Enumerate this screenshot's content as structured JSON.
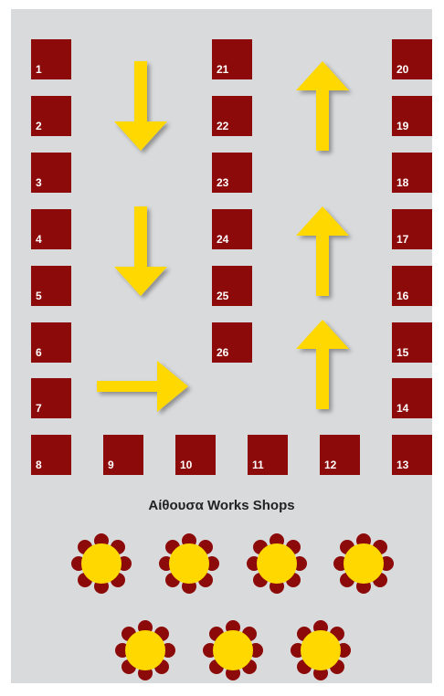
{
  "colors": {
    "background": "#d9dadc",
    "booth": "#8c0a0a",
    "booth_text": "#ffffff",
    "arrow": "#ffd800",
    "table": "#ffd800",
    "chair": "#8c0a0a"
  },
  "booths": {
    "b1": "1",
    "b2": "2",
    "b3": "3",
    "b4": "4",
    "b5": "5",
    "b6": "6",
    "b7": "7",
    "b8": "8",
    "b9": "9",
    "b10": "10",
    "b11": "11",
    "b12": "12",
    "b13": "13",
    "b14": "14",
    "b15": "15",
    "b16": "16",
    "b17": "17",
    "b18": "18",
    "b19": "19",
    "b20": "20",
    "b21": "21",
    "b22": "22",
    "b23": "23",
    "b24": "24",
    "b25": "25",
    "b26": "26"
  },
  "workshop": {
    "title": "Αίθουσα Works Shops"
  },
  "icons": {
    "arrow": "flow-arrow-icon",
    "table": "round-table-with-chairs-icon"
  }
}
